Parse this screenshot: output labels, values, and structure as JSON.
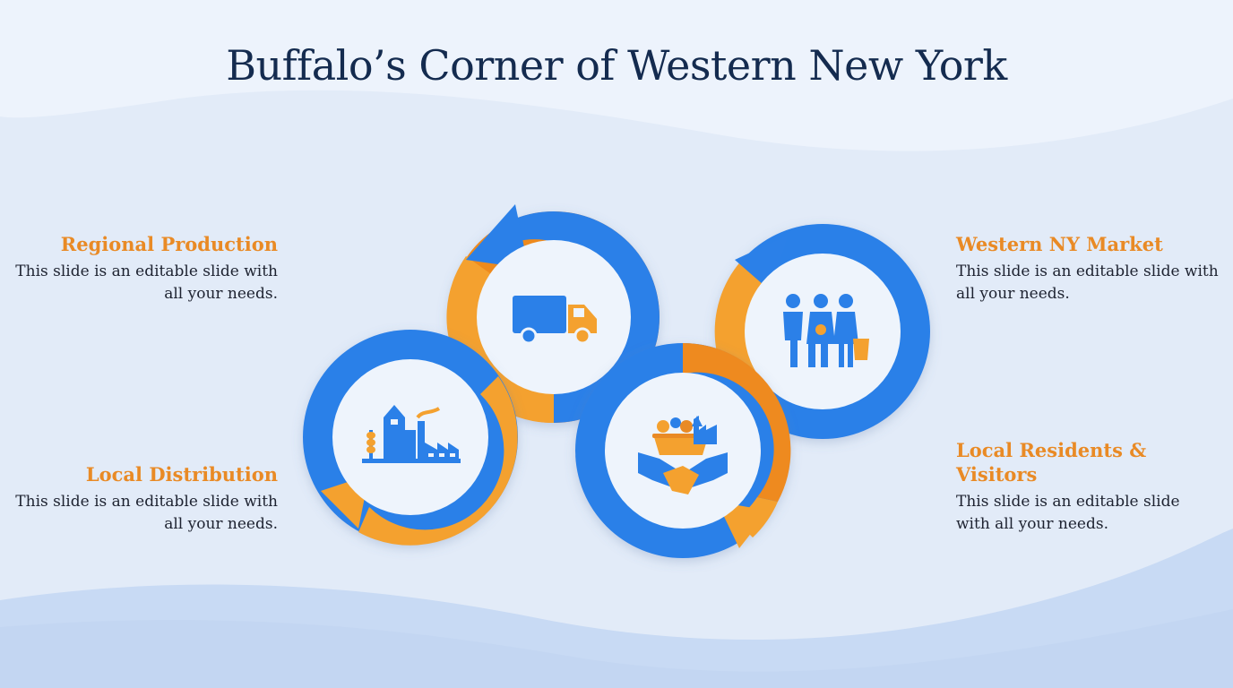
{
  "title": "Buffalo’s Corner of Western New York",
  "colors": {
    "blue": "#2b80e8",
    "orange": "#f4a12f",
    "navy": "#142b4f",
    "accent_text": "#e98a25"
  },
  "items": [
    {
      "heading": "Regional Production",
      "text": "This slide is an editable slide with all your needs."
    },
    {
      "heading": "Local Distribution",
      "text": "This slide is an editable slide with all your needs."
    },
    {
      "heading": "Western NY Market",
      "text": "This slide is an editable slide with all your needs."
    },
    {
      "heading": "Local Residents & Visitors",
      "text": "This slide is an editable slide with all your needs."
    }
  ],
  "icons": [
    "delivery-truck-icon",
    "factory-grain-elevator-icon",
    "handshake-basket-icon",
    "people-shopping-icon"
  ]
}
